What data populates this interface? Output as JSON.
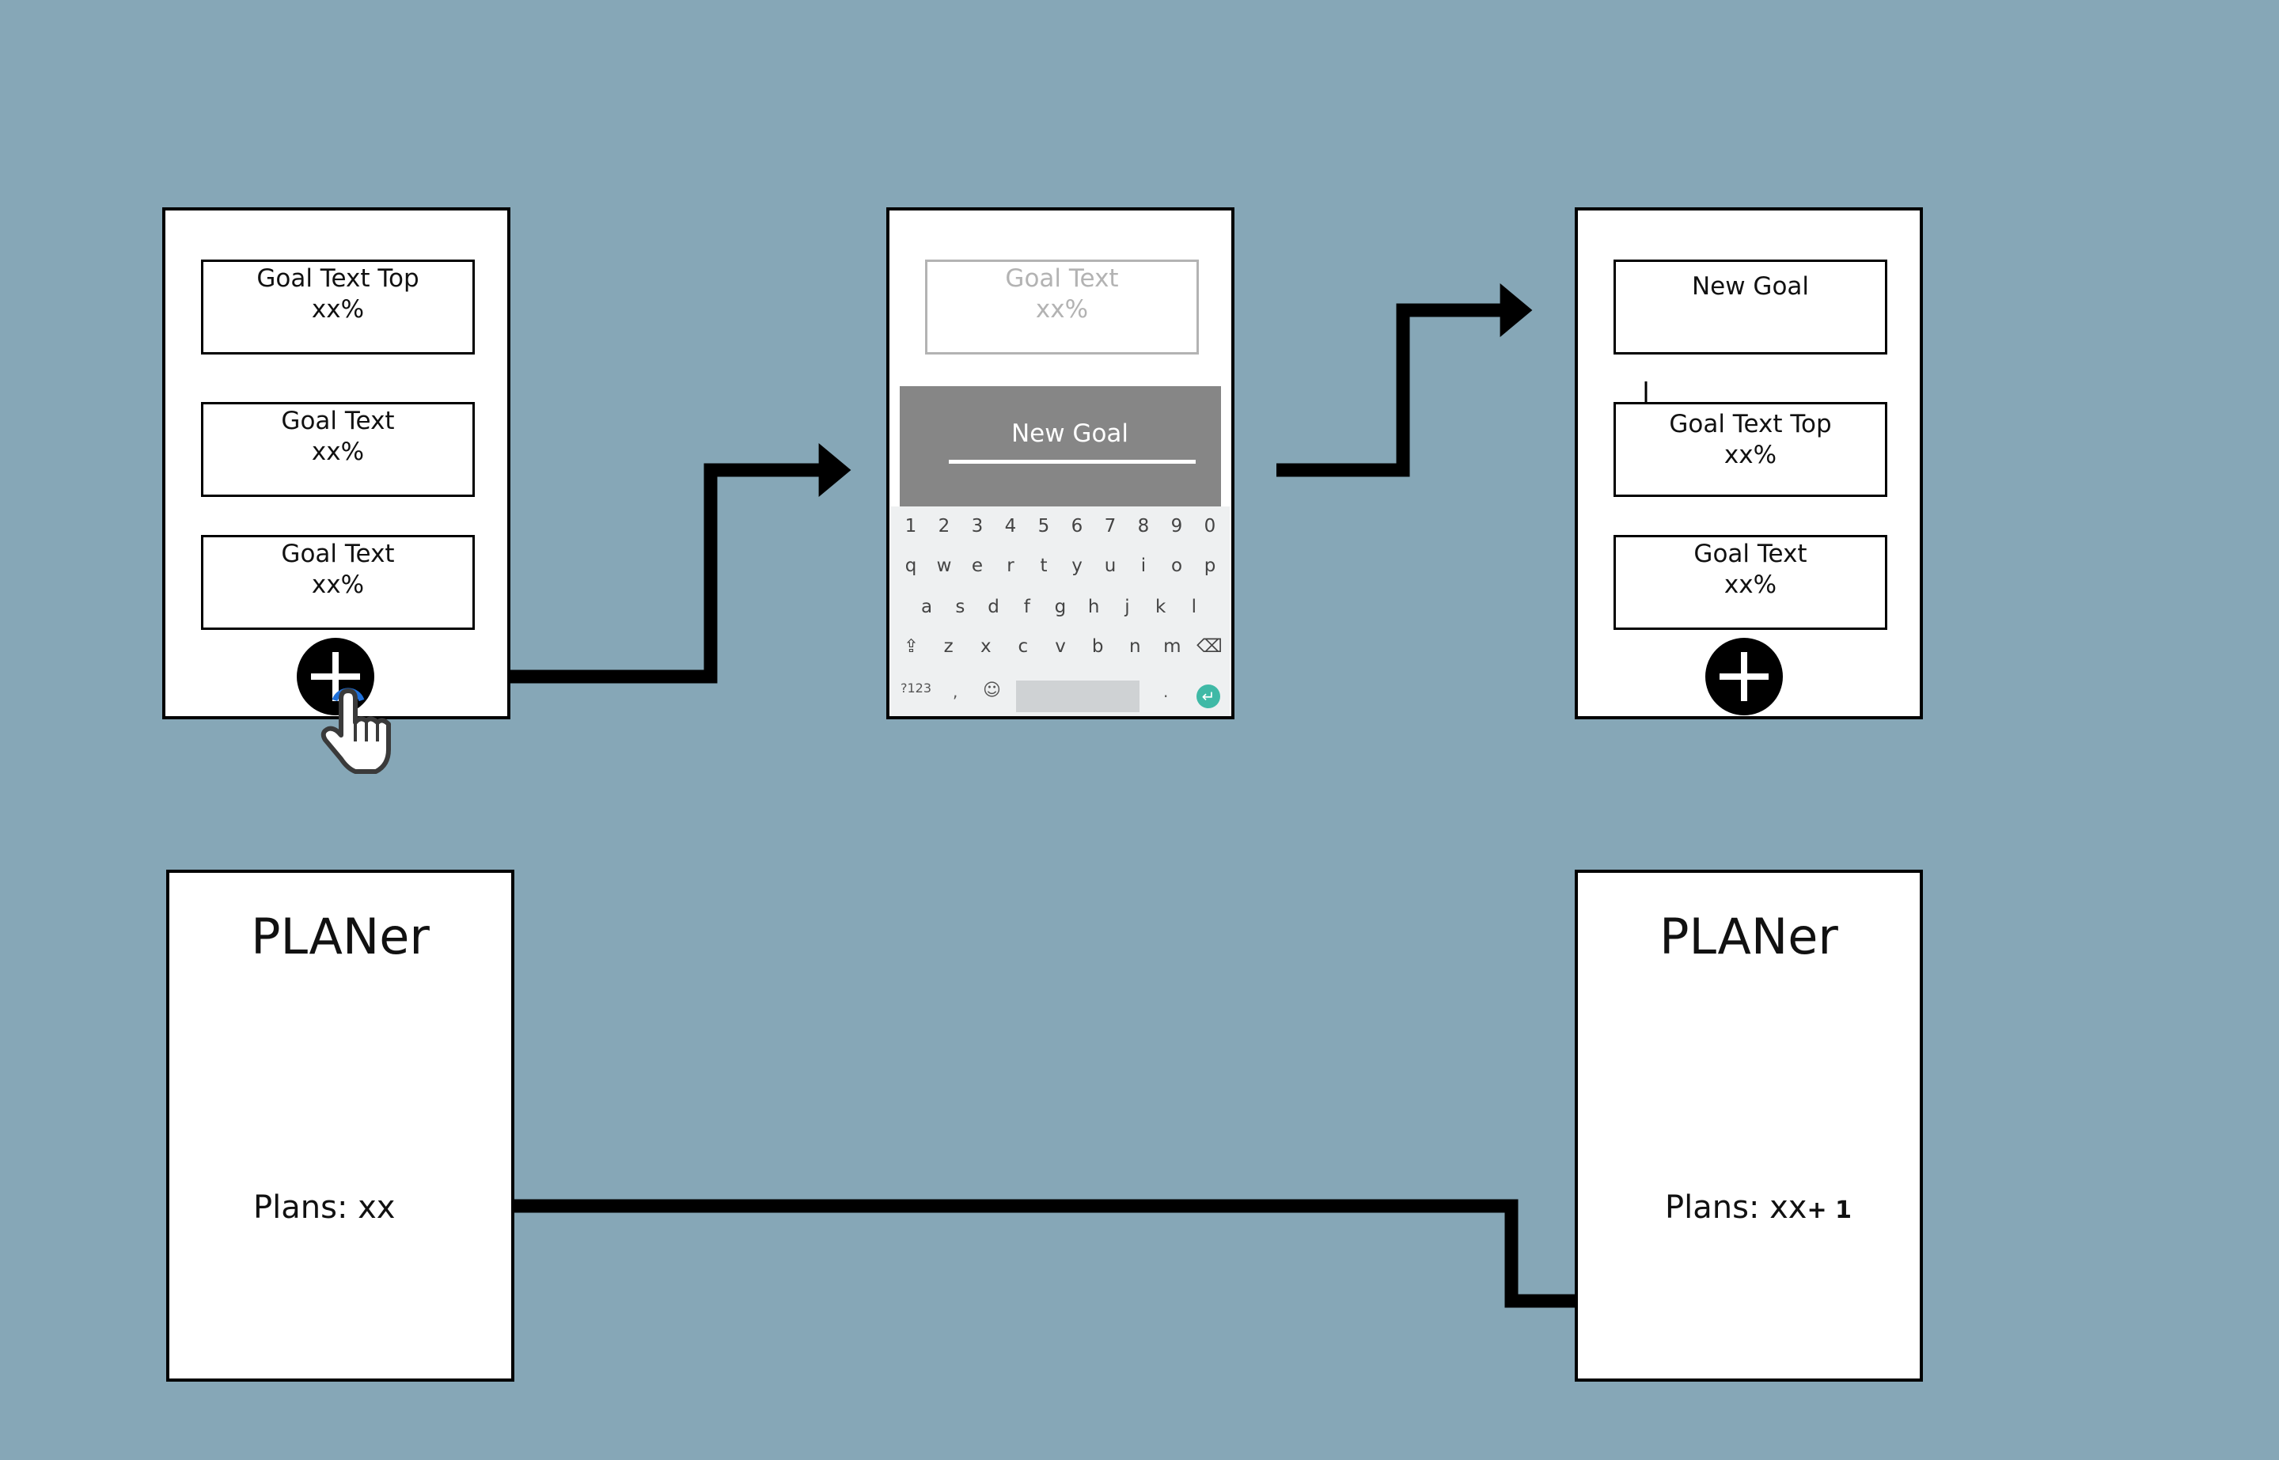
{
  "screens": {
    "goal_list": {
      "cards": [
        {
          "title": "Goal Text Top",
          "percent": "xx%"
        },
        {
          "title": "Goal Text",
          "percent": "xx%"
        },
        {
          "title": "Goal Text",
          "percent": "xx%"
        }
      ]
    },
    "new_goal_entry": {
      "faded_card": {
        "title": "Goal Text",
        "percent": "xx%"
      },
      "input_value": "New Goal",
      "keyboard": {
        "numbers": [
          "1",
          "2",
          "3",
          "4",
          "5",
          "6",
          "7",
          "8",
          "9",
          "0"
        ],
        "row1": [
          "q",
          "w",
          "e",
          "r",
          "t",
          "y",
          "u",
          "i",
          "o",
          "p"
        ],
        "row2": [
          "a",
          "s",
          "d",
          "f",
          "g",
          "h",
          "j",
          "k",
          "l"
        ],
        "row3": [
          "z",
          "x",
          "c",
          "v",
          "b",
          "n",
          "m"
        ],
        "symbols_key": "?123",
        "comma_key": ",",
        "period_key": "."
      }
    },
    "goal_list_updated": {
      "cards": [
        {
          "title": "New Goal",
          "percent": ""
        },
        {
          "title": "Goal Text Top",
          "percent": "xx%"
        },
        {
          "title": "Goal Text",
          "percent": "xx%"
        }
      ]
    },
    "home_before": {
      "app_title": "PLANer",
      "plans_label": "Plans: xx"
    },
    "home_after": {
      "app_title": "PLANer",
      "plans_label": "Plans: xx",
      "increment": "+ 1"
    }
  },
  "colors": {
    "background": "#86a7b7",
    "dialog": "#868686",
    "keyboard": "#eef0f1",
    "tap_ring": "#1e6fd9",
    "enter_key": "#3fb9a6"
  },
  "icons": [
    "add-icon",
    "hand-pointer-icon",
    "shift-icon",
    "backspace-icon",
    "emoji-icon",
    "enter-icon",
    "down-arrow-icon"
  ]
}
